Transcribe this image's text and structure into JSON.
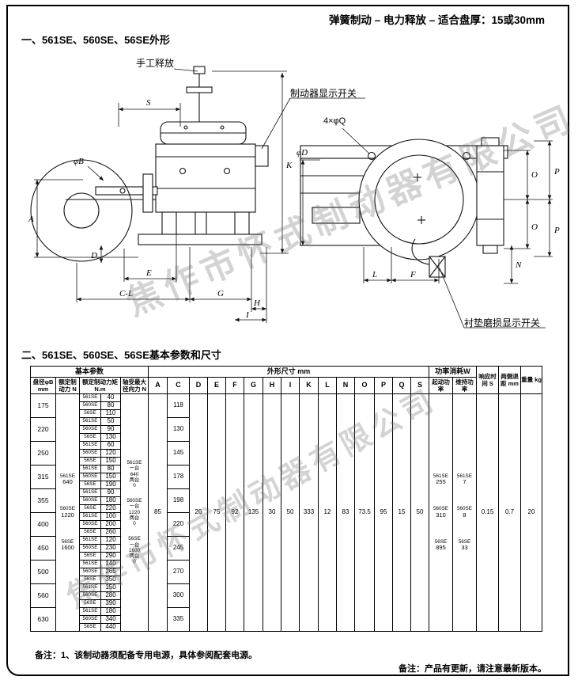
{
  "header": {
    "title": "弹簧制动 – 电力释放 – 适合盘厚：15或30mm"
  },
  "sections": {
    "one": "一、561SE、560SE、56SE外形",
    "two": "二、561SE、560SE、56SE基本参数和尺寸"
  },
  "watermark": "焦作市怀式制动器有限公司",
  "drawings": {
    "labels": {
      "manual_release": "手工释放",
      "brake_switch": "制动器显示开关",
      "wear_switch": "衬垫磨损显示开关",
      "bolt": "4×φQ",
      "phiB": "φB",
      "phiD": "φD",
      "S": "S",
      "K": "K",
      "A": "A",
      "D": "D",
      "E": "E",
      "CL": "C-L",
      "G": "G",
      "H": "H",
      "I": "I",
      "O": "O",
      "P": "P",
      "L": "L",
      "F": "F",
      "N": "N"
    }
  },
  "table": {
    "h1": {
      "basic": "基本参数",
      "dims": "外形尺寸 mm",
      "power": "功率消耗W",
      "response": "响应时间 S",
      "clearance": "两侧退距 mm",
      "weight": "重量 kg"
    },
    "h2": {
      "diameter": "盘径φB mm",
      "force": "额定制动力 N",
      "torque": "额定制动力矩 N.m",
      "radial": "轴受最大径向力 N",
      "start": "起动功率",
      "hold": "维持功率"
    },
    "dim_letters": [
      "A",
      "C",
      "D",
      "E",
      "F",
      "G",
      "H",
      "I",
      "K",
      "L",
      "N",
      "O",
      "P",
      "Q",
      "S"
    ],
    "dim_values": {
      "A": "85",
      "D": "20",
      "E": "75",
      "F": "92",
      "G": "135",
      "H": "30",
      "I": "50",
      "K": "333",
      "L": "12",
      "N": "83",
      "O": "73.5",
      "P": "95",
      "Q": "15",
      "S": "50"
    },
    "groups": [
      {
        "diameter": "175",
        "C": "118",
        "torques": [
          [
            "561SE",
            "40"
          ],
          [
            "560SE",
            "80"
          ],
          [
            "56SE",
            "110"
          ]
        ]
      },
      {
        "diameter": "220",
        "C": "130",
        "torques": [
          [
            "561SE",
            "50"
          ],
          [
            "560SE",
            "90"
          ],
          [
            "56SE",
            "130"
          ]
        ]
      },
      {
        "diameter": "250",
        "C": "145",
        "torques": [
          [
            "561SE",
            "60"
          ],
          [
            "560SE",
            "120"
          ],
          [
            "56SE",
            "150"
          ]
        ]
      },
      {
        "diameter": "315",
        "C": "178",
        "torques": [
          [
            "561SE",
            "80"
          ],
          [
            "560SE",
            "150"
          ],
          [
            "56SE",
            "190"
          ]
        ]
      },
      {
        "diameter": "355",
        "C": "198",
        "torques": [
          [
            "561SE",
            "90"
          ],
          [
            "560SE",
            "180"
          ],
          [
            "56SE",
            "220"
          ]
        ]
      },
      {
        "diameter": "400",
        "C": "220",
        "torques": [
          [
            "561SE",
            "100"
          ],
          [
            "560SE",
            "200"
          ],
          [
            "56SE",
            "260"
          ]
        ]
      },
      {
        "diameter": "450",
        "C": "245",
        "torques": [
          [
            "561SE",
            "120"
          ],
          [
            "560SE",
            "230"
          ],
          [
            "56SE",
            "290"
          ]
        ]
      },
      {
        "diameter": "500",
        "C": "270",
        "torques": [
          [
            "561SE",
            "140"
          ],
          [
            "560SE",
            "265"
          ],
          [
            "56SE",
            "350"
          ]
        ]
      },
      {
        "diameter": "560",
        "C": "300",
        "torques": [
          [
            "561SE",
            "150"
          ],
          [
            "560SE",
            "280"
          ],
          [
            "56SE",
            "390"
          ]
        ]
      },
      {
        "diameter": "630",
        "C": "335",
        "torques": [
          [
            "561SE",
            "180"
          ],
          [
            "560SE",
            "340"
          ],
          [
            "56SE",
            "440"
          ]
        ]
      }
    ],
    "force_blocks": [
      [
        "561SE",
        "640"
      ],
      [
        "560SE",
        "1220"
      ],
      [
        "56SE",
        "1600"
      ]
    ],
    "radial_blocks": [
      [
        "561SE",
        "一台",
        "640",
        "两台",
        "0"
      ],
      [
        "560SE",
        "一台",
        "1220",
        "两台",
        "0"
      ],
      [
        "56SE",
        "一台",
        "1600",
        "两台",
        "0"
      ]
    ],
    "start_blocks": [
      [
        "561SE",
        "255"
      ],
      [
        "560SE",
        "310"
      ],
      [
        "56SE",
        "895"
      ]
    ],
    "hold_blocks": [
      [
        "561SE",
        "7"
      ],
      [
        "560SE",
        "8"
      ],
      [
        "56SE",
        "33"
      ]
    ],
    "response": "0.15",
    "clearance": "0.7",
    "weight": "20"
  },
  "footnotes": {
    "left": "备注：1、该制动器须配备专用电源，具体参阅配套电源。",
    "right": "备注：产品有更新，请注意最新版本。"
  }
}
